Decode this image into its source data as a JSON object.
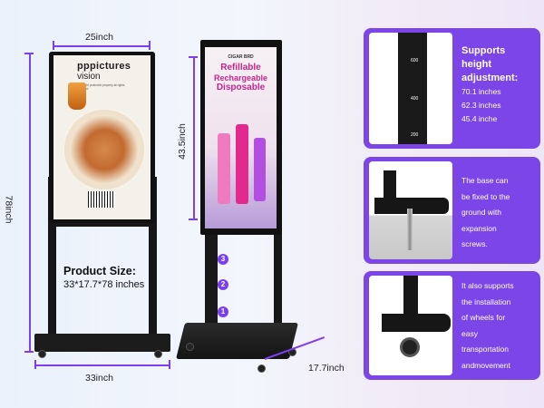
{
  "dimensions": {
    "width_top": "25inch",
    "height_total": "78inch",
    "width_base": "33inch",
    "screen_height": "43.5inch",
    "depth_base": "17.7inch"
  },
  "product": {
    "title": "Product Size:",
    "spec": "33*17.7*78 inches"
  },
  "screen1": {
    "title": "pppictures",
    "subtitle": "vision",
    "tiny_text": "copyright protected property all rights reserved"
  },
  "screen2": {
    "brand": "CIGAR BRD",
    "line1": "Refillable",
    "line2": "Rechargeable",
    "line3": "Disposable",
    "can_colors": [
      "#f07ac0",
      "#e22a8e",
      "#b34fe0"
    ]
  },
  "height_positions": [
    "3",
    "2",
    "1"
  ],
  "features": [
    {
      "title": "Supports height adjustment:",
      "items": [
        "70.1 inches",
        "62.3 inches",
        "45.4 inche"
      ],
      "marks": [
        "600",
        "400",
        "200"
      ]
    },
    {
      "body": [
        "The base can",
        "be fixed to the",
        "ground  with",
        "expansion",
        "screws."
      ]
    },
    {
      "body": [
        "It also supports",
        "the installation",
        "of wheels for",
        "easy",
        "transportation",
        "andmovement"
      ]
    }
  ],
  "colors": {
    "accent": "#7b45e8",
    "dimension": "#7b3ff0",
    "frame": "#111111"
  }
}
